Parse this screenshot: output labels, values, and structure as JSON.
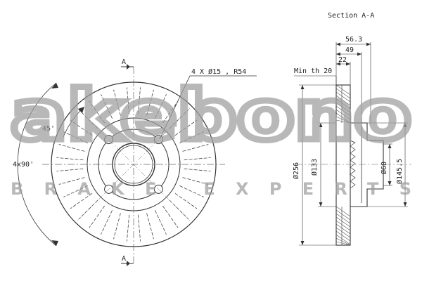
{
  "watermark": {
    "brand": "akebono",
    "tagline": "BRAKE EXPERTS",
    "color": "#9e9e9e"
  },
  "front_view": {
    "section_marker_top": "A",
    "section_marker_bottom": "A",
    "bolt_pattern": "4 X Ø15 , R54",
    "angle_label": "45'",
    "division_label": "4x90'",
    "bolt_hole_count": 4
  },
  "section_view": {
    "title": "Section A-A",
    "min_thickness": "Min th 20",
    "dimensions": {
      "overall_height": "56.3",
      "hat_height": "49",
      "thickness": "22",
      "outer_diameter": "Ø256",
      "hub_diameter": "Ø133",
      "center_bore": "Ø68",
      "pcd_diameter": "Ø145.5"
    }
  },
  "colors": {
    "line": "#333333",
    "hatch": "#555555",
    "centerline": "#666666"
  }
}
